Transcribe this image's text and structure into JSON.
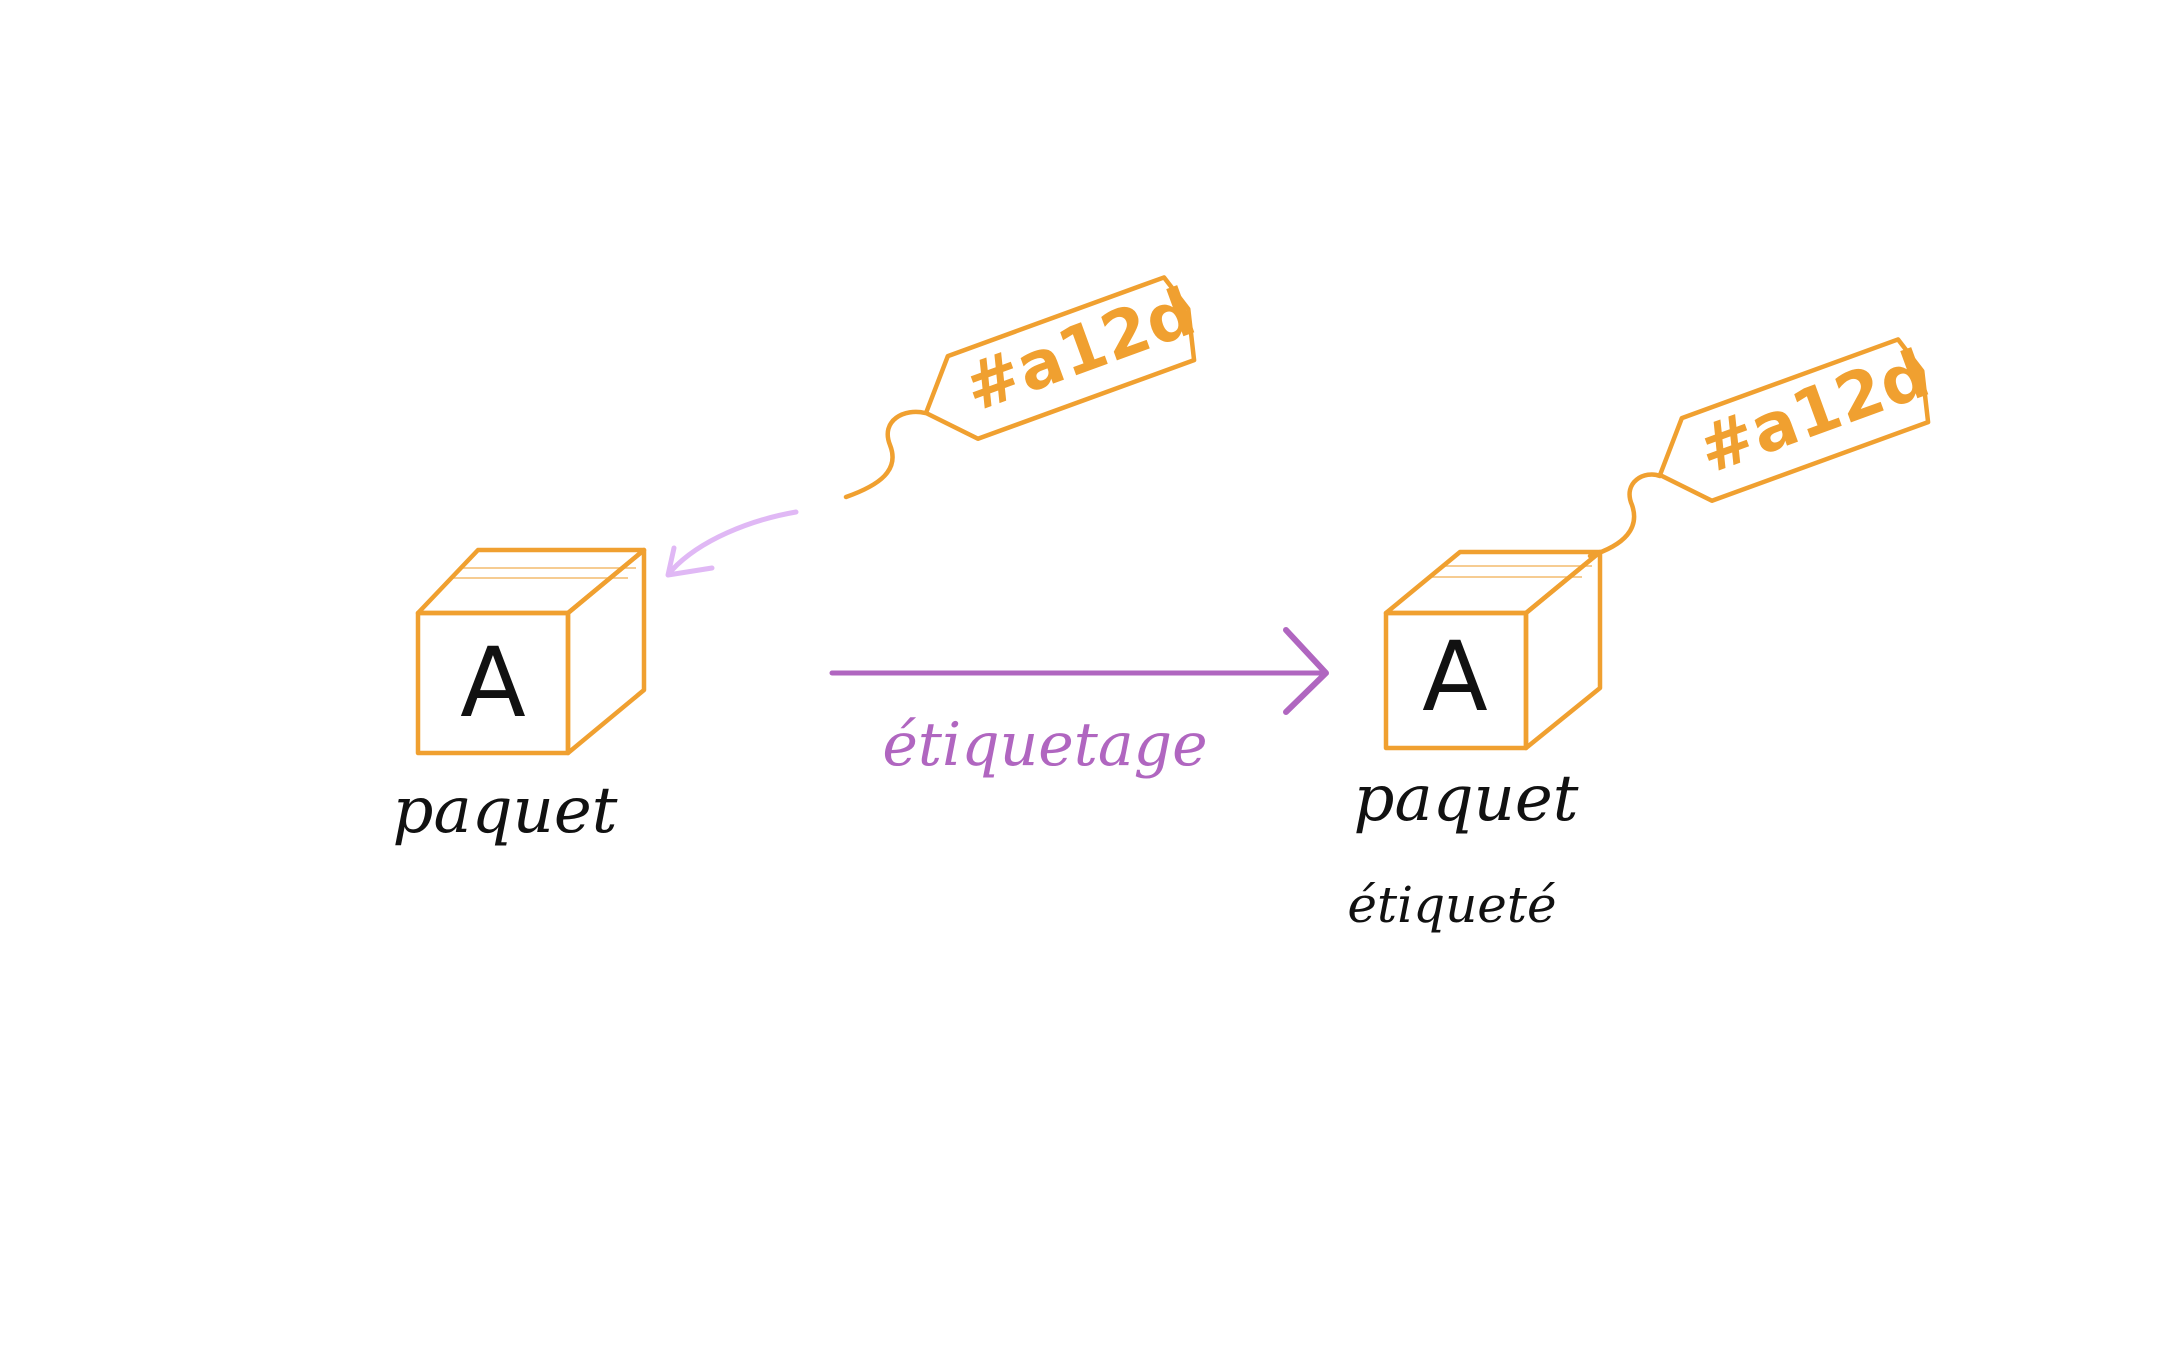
{
  "colors": {
    "box": "#f0a030",
    "tag": "#f0a030",
    "arrow_main": "#b066c0",
    "arrow_light": "#e0b8f5",
    "text": "#111111"
  },
  "left_package": {
    "letter": "A",
    "label": "paquet"
  },
  "tag_left": {
    "text": "#a12d"
  },
  "process": {
    "label": "étiquetage"
  },
  "right_package": {
    "letter": "A",
    "label_line1": "paquet",
    "label_line2": "étiqueté"
  },
  "tag_right": {
    "text": "#a12d"
  }
}
